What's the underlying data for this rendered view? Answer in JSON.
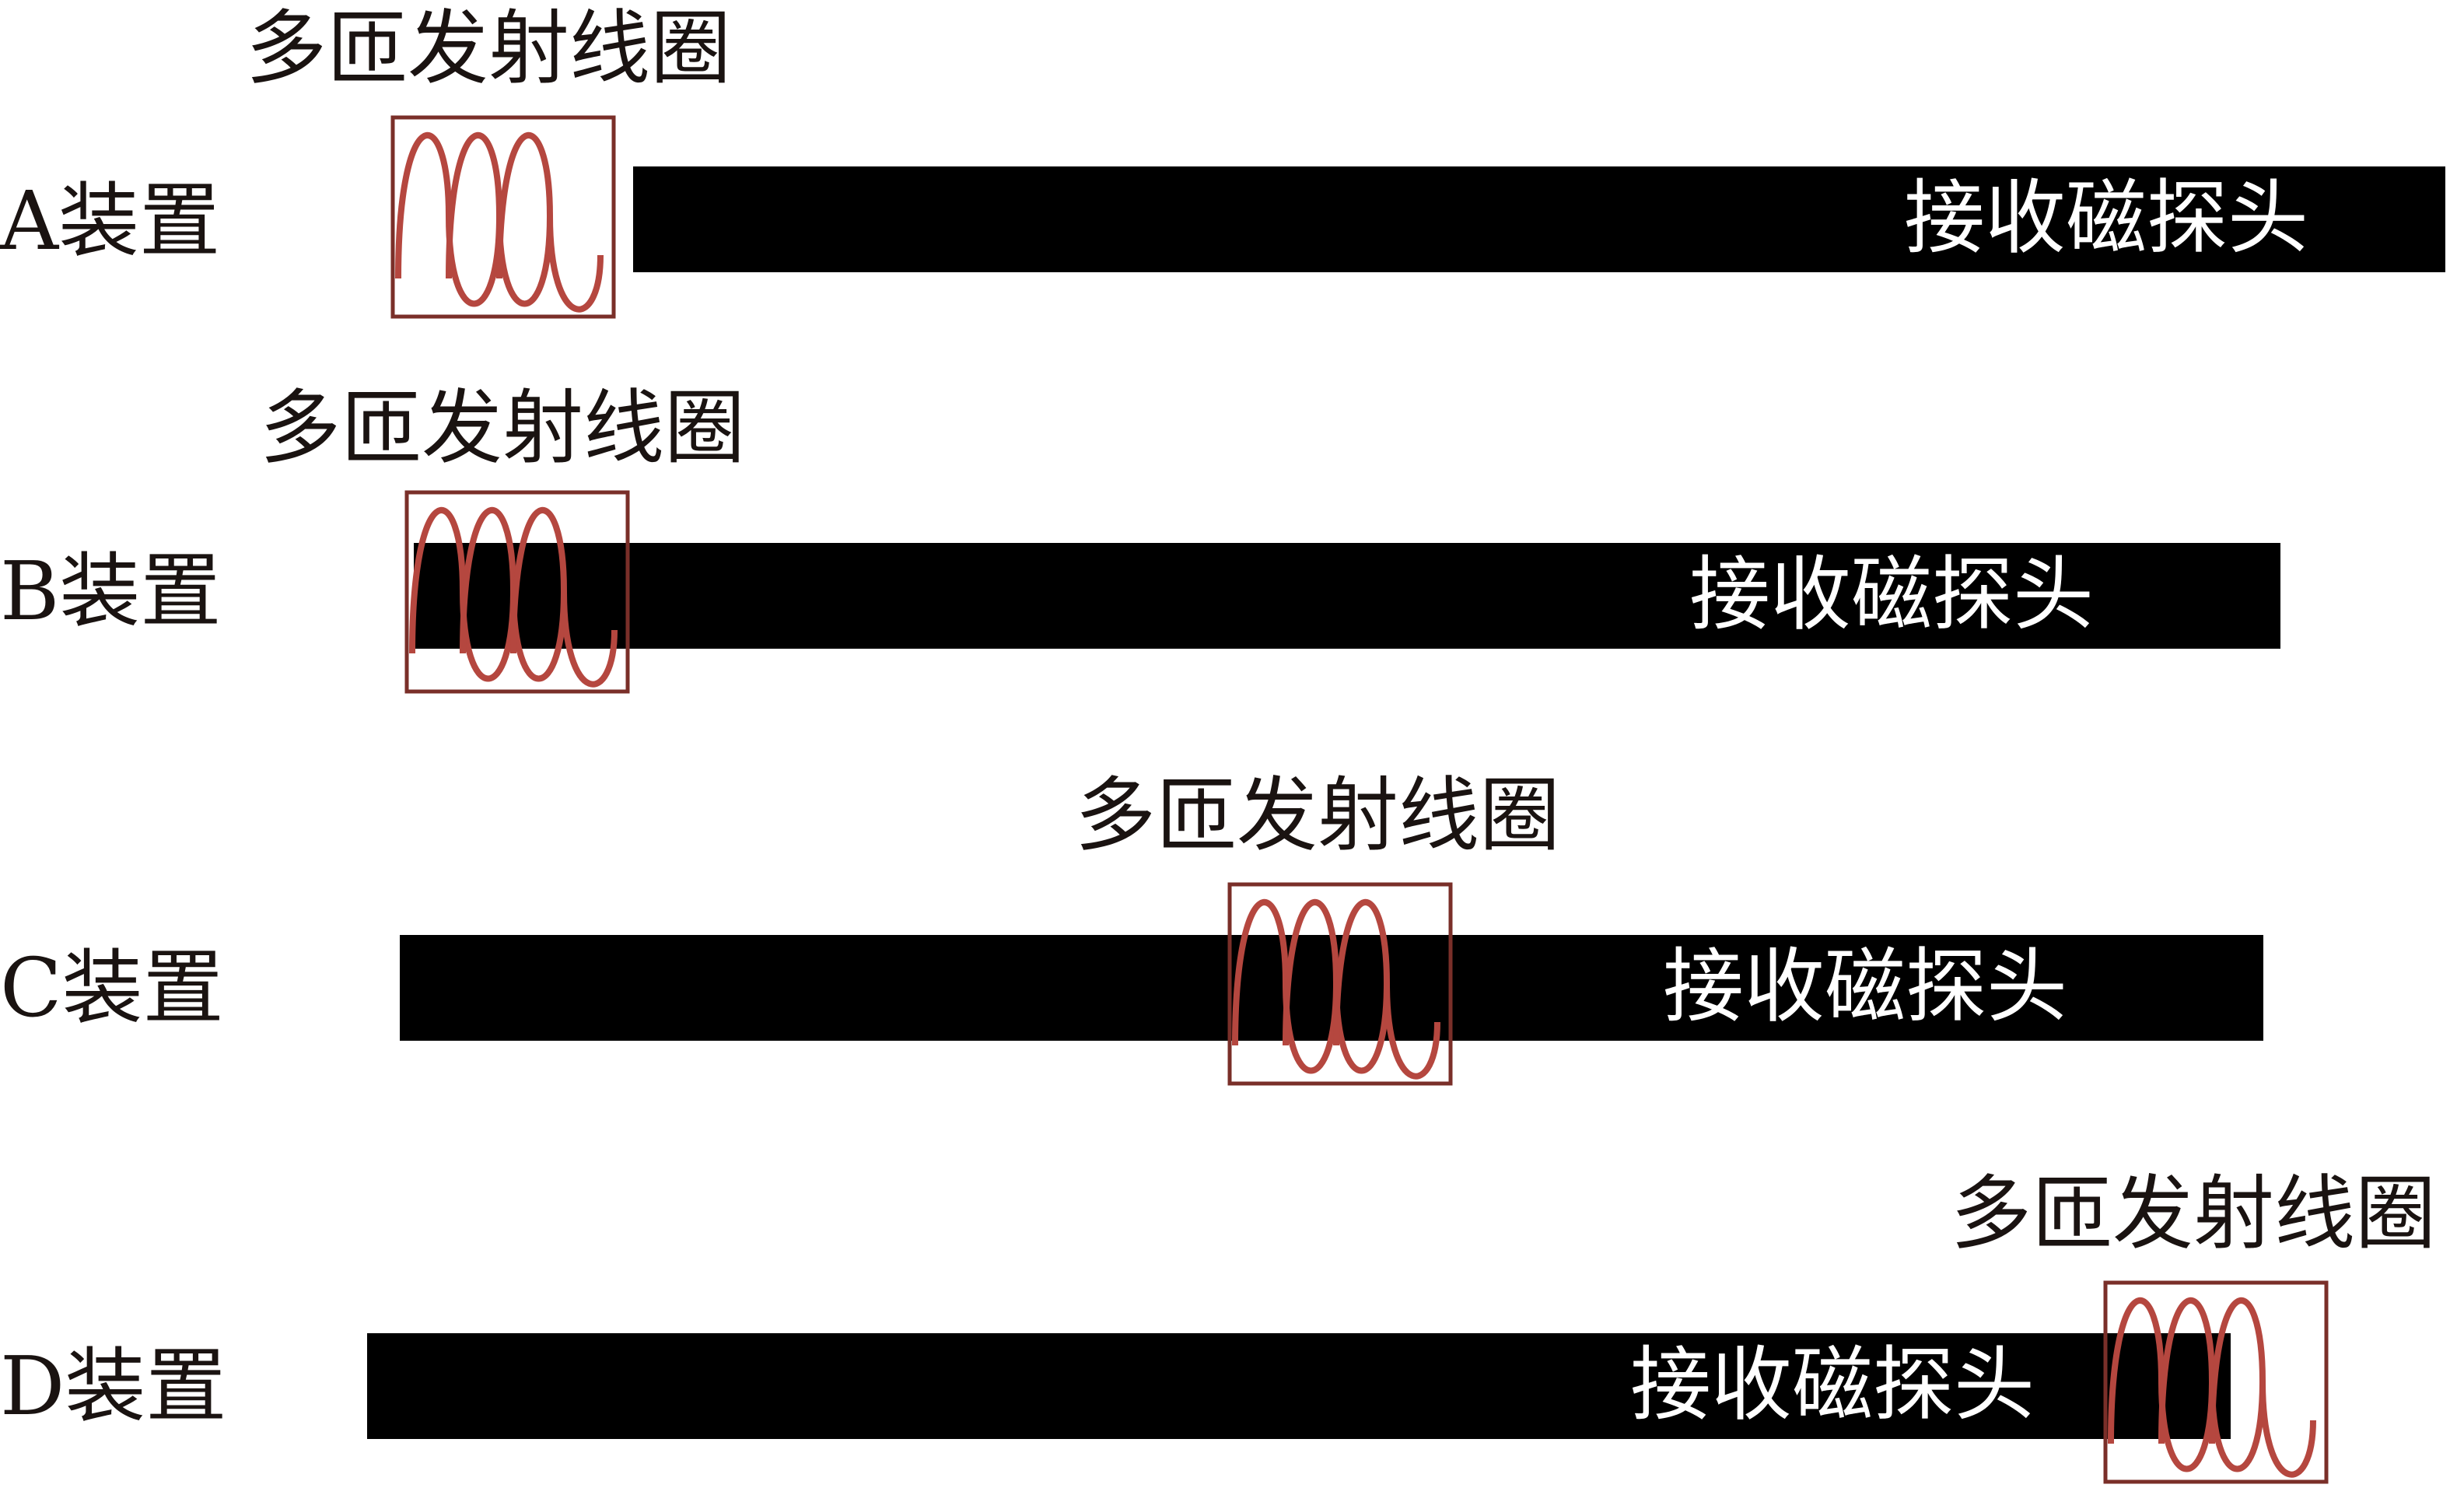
{
  "coil_color": "#b5473f",
  "coil_frame_color": "#7a2f29",
  "probe_color": "#000000",
  "devices": [
    {
      "label": "A装置",
      "coil_label": "多匝发射线圈",
      "probe_label": "接收磁探头"
    },
    {
      "label": "B装置",
      "coil_label": "多匝发射线圈",
      "probe_label": "接收磁探头"
    },
    {
      "label": "C装置",
      "coil_label": "多匝发射线圈",
      "probe_label": "接收磁探头"
    },
    {
      "label": "D装置",
      "coil_label": "多匝发射线圈",
      "probe_label": "接收磁探头"
    }
  ]
}
